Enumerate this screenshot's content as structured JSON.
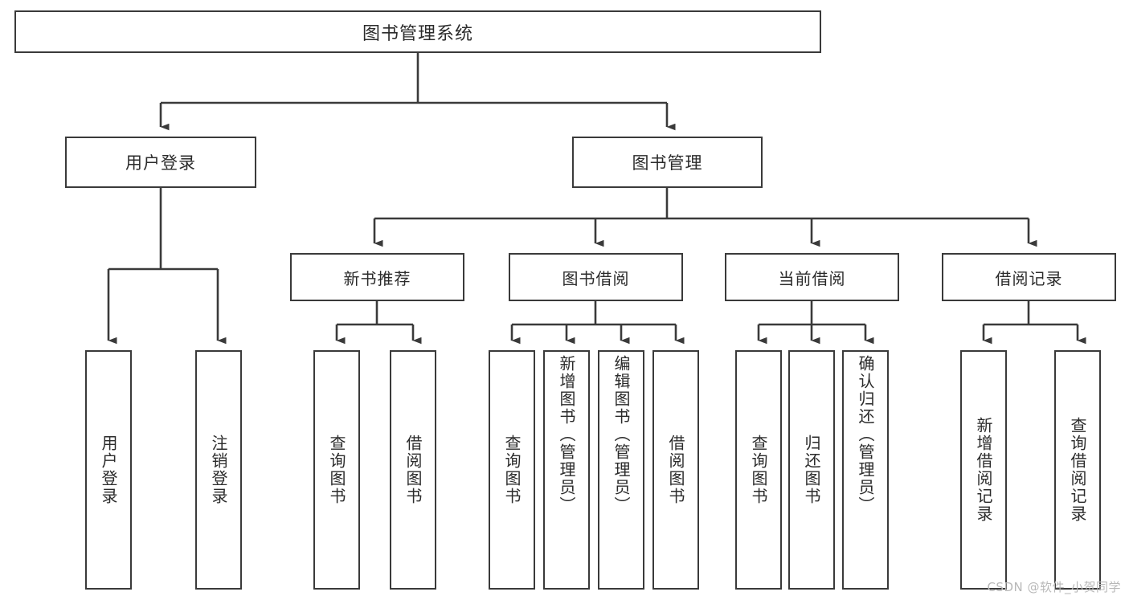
{
  "diagram": {
    "type": "tree-hierarchy-chart",
    "title": "图书管理系统",
    "line_color": "#3a3a3a",
    "box_fill": "#ffffff",
    "text_color": "#2b2b2b",
    "root": {
      "label": "图书管理系统"
    },
    "level2": [
      {
        "id": "user-login",
        "label": "用户登录"
      },
      {
        "id": "book-management",
        "label": "图书管理"
      }
    ],
    "level3": [
      {
        "id": "new-book-recommend",
        "label": "新书推荐"
      },
      {
        "id": "book-borrow",
        "label": "图书借阅"
      },
      {
        "id": "current-borrow",
        "label": "当前借阅"
      },
      {
        "id": "borrow-record",
        "label": "借阅记录"
      }
    ],
    "leaves": {
      "user_login": [
        {
          "id": "leaf-user-login",
          "label": "用户登录"
        },
        {
          "id": "leaf-logout-login",
          "label": "注销登录"
        }
      ],
      "new_book_recommend": [
        {
          "id": "leaf-query-book-1",
          "label": "查询图书"
        },
        {
          "id": "leaf-borrow-book-1",
          "label": "借阅图书"
        }
      ],
      "book_borrow": [
        {
          "id": "leaf-query-book-2",
          "label": "查询图书"
        },
        {
          "id": "leaf-add-book",
          "label": "新增图书（管理员）"
        },
        {
          "id": "leaf-edit-book",
          "label": "编辑图书（管理员）"
        },
        {
          "id": "leaf-borrow-book-2",
          "label": "借阅图书"
        }
      ],
      "current_borrow": [
        {
          "id": "leaf-query-book-3",
          "label": "查询图书"
        },
        {
          "id": "leaf-return-book",
          "label": "归还图书"
        },
        {
          "id": "leaf-confirm-return",
          "label": "确认归还（管理员）"
        }
      ],
      "borrow_record": [
        {
          "id": "leaf-add-record",
          "label": "新增借阅记录"
        },
        {
          "id": "leaf-query-record",
          "label": "查询借阅记录"
        }
      ]
    }
  },
  "watermark": {
    "text": "CSDN @软件_小贺同学"
  }
}
